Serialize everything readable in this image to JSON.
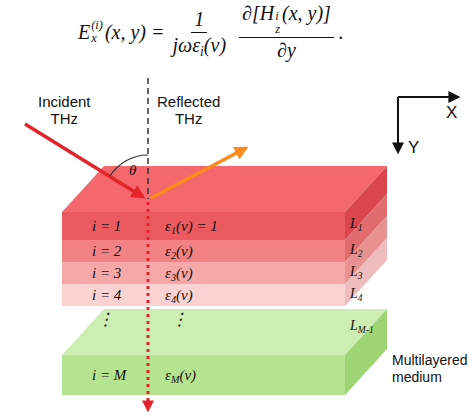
{
  "diagram": {
    "nodes": [
      {
        "text": [
          "i = 1",
          "ε",
          "1",
          "(ν) = 1"
        ]
      },
      {
        "text": [
          "i = 2",
          "ε",
          "2",
          "(ν)"
        ]
      },
      {
        "text": [
          "i = 3",
          "ε",
          "3",
          "(ν)"
        ]
      },
      {
        "text": [
          "i = 4",
          "ε",
          "4",
          "(ν)"
        ]
      },
      {
        "text": [
          "i = M",
          "ε",
          "M",
          "(ν)"
        ]
      }
    ],
    "labels": [
      "E",
      "x",
      "(i)",
      "(x, y) =",
      "1",
      "jωε",
      "i",
      "(ν)",
      "∂[H",
      "z",
      "i",
      "(x, y)]",
      "∂y",
      ".",
      "Incident THz",
      "Reflected THz",
      "θ",
      "X",
      "Y",
      "L",
      "1",
      "L",
      "2",
      "L",
      "3",
      "L",
      "4",
      "L",
      "M-1",
      "⋮",
      "⋮",
      "Multilayered medium"
    ]
  }
}
